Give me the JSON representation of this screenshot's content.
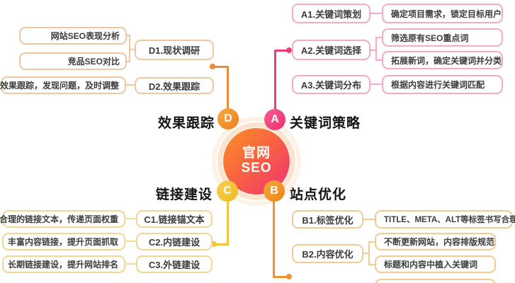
{
  "center": {
    "title_line1": "官网",
    "title_line2": "SEO"
  },
  "nodes": {
    "a": {
      "letter": "A",
      "label": "关键词策略"
    },
    "b": {
      "letter": "B",
      "label": "站点优化"
    },
    "c": {
      "letter": "C",
      "label": "链接建设"
    },
    "d": {
      "letter": "D",
      "label": "效果跟踪"
    }
  },
  "a_branch": {
    "a1": {
      "label": "A1.关键词策划",
      "children": [
        "确定项目需求，锁定目标用户"
      ]
    },
    "a2": {
      "label": "A2.关键词选择",
      "children": [
        "筛选原有SEO重点词",
        "拓展新词，确定关键词并分类"
      ]
    },
    "a3": {
      "label": "A3.关键词分布",
      "children": [
        "根据内容进行关键词匹配"
      ]
    }
  },
  "b_branch": {
    "b1": {
      "label": "B1.标签优化",
      "children": [
        "TITLE、META、ALT等标签书写合理"
      ]
    },
    "b2": {
      "label": "B2.内容优化",
      "children": [
        "不断更新网站，内容排版规范",
        "标题和内容中植入关键词"
      ]
    }
  },
  "c_branch": {
    "c1": {
      "label": "C1.链接锚文本",
      "children": [
        "合理的链接文本，传递页面权重"
      ]
    },
    "c2": {
      "label": "C2.内链建设",
      "children": [
        "丰富内容链接，提升页面抓取"
      ]
    },
    "c3": {
      "label": "C3.外链建设",
      "children": [
        "长期链接建设，提升网站排名"
      ]
    }
  },
  "d_branch": {
    "d1": {
      "label": "D1.现状调研",
      "children": [
        "网站SEO表现分析",
        "竞品SEO对比"
      ]
    },
    "d2": {
      "label": "D2.效果跟踪",
      "children": [
        "效果跟踪，发现问题，及时调整"
      ]
    }
  },
  "colors": {
    "branch_a_line": "#ee3c78",
    "branch_a_border": "#f6aac5",
    "branch_b_line": "#ef9430",
    "branch_b_border": "#f3cb92",
    "branch_c_line": "#f5c33e",
    "branch_c_border": "#f3d694",
    "branch_d_line": "#ee8a35",
    "branch_d_border": "#f1c7a0",
    "center_gradient_start": "#fb9227",
    "center_gradient_end": "#f23a6b"
  }
}
